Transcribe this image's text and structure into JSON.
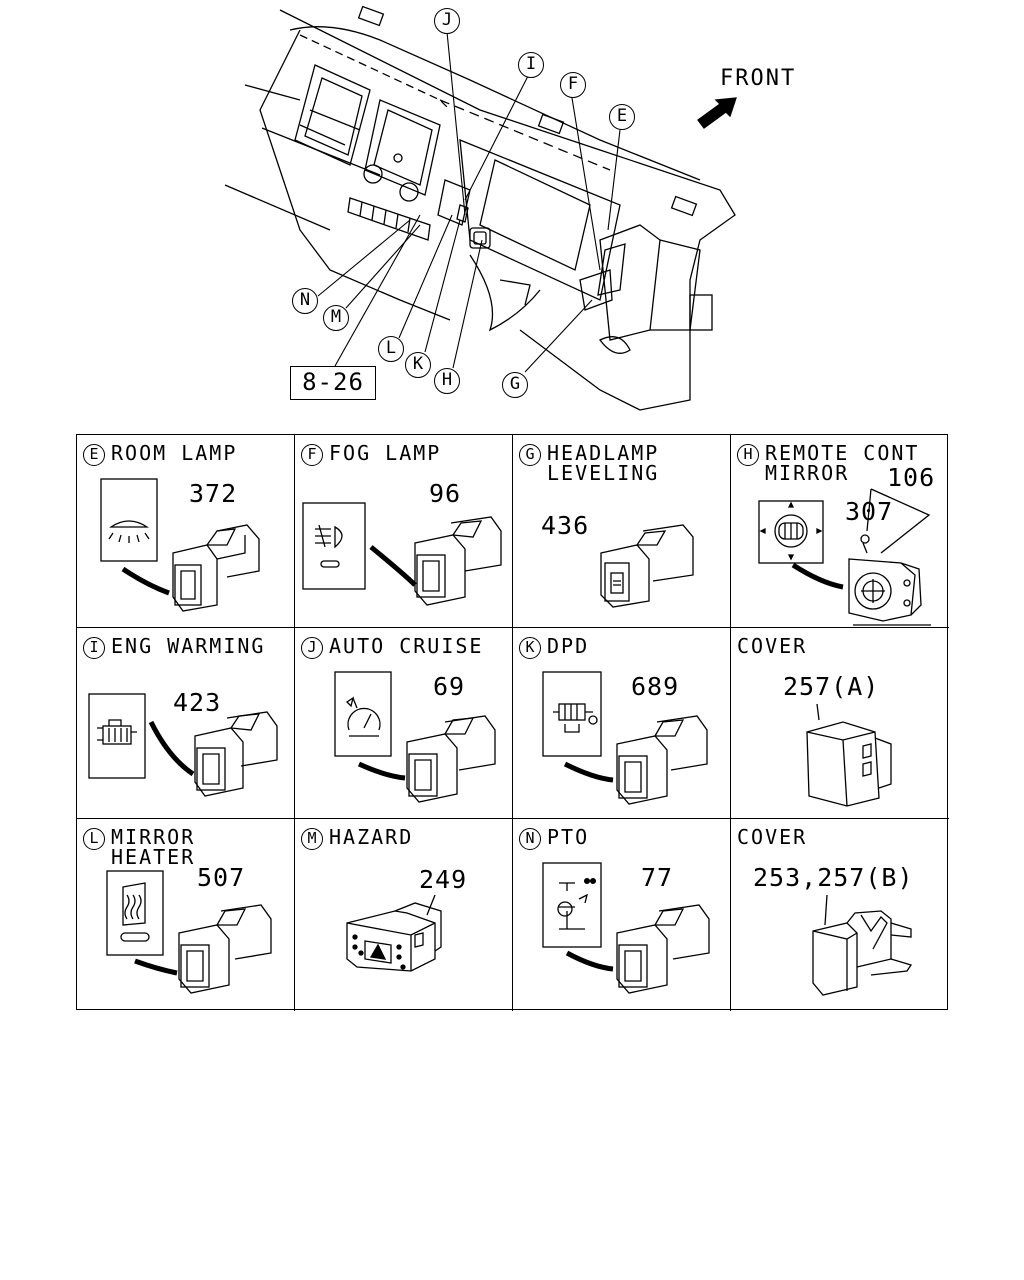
{
  "overview": {
    "front_label": "FRONT",
    "reference": "8-26",
    "callouts": [
      {
        "id": "callout-J",
        "letter": "J"
      },
      {
        "id": "callout-I",
        "letter": "I"
      },
      {
        "id": "callout-F",
        "letter": "F"
      },
      {
        "id": "callout-E",
        "letter": "E"
      },
      {
        "id": "callout-N",
        "letter": "N"
      },
      {
        "id": "callout-M",
        "letter": "M"
      },
      {
        "id": "callout-L",
        "letter": "L"
      },
      {
        "id": "callout-K",
        "letter": "K"
      },
      {
        "id": "callout-H",
        "letter": "H"
      },
      {
        "id": "callout-G",
        "letter": "G"
      }
    ]
  },
  "cells": [
    {
      "letter": "E",
      "title": "ROOM LAMP",
      "part_numbers": [
        "372"
      ],
      "icon": "room-lamp-icon"
    },
    {
      "letter": "F",
      "title": "FOG LAMP",
      "part_numbers": [
        "96"
      ],
      "icon": "fog-lamp-icon"
    },
    {
      "letter": "G",
      "title": "HEADLAMP\nLEVELING",
      "part_numbers": [
        "436"
      ],
      "icon": "thumbwheel-icon"
    },
    {
      "letter": "H",
      "title": "REMOTE CONT\nMIRROR",
      "part_numbers": [
        "106",
        "307"
      ],
      "icon": "mirror-control-icon"
    },
    {
      "letter": "I",
      "title": "ENG WARMING",
      "part_numbers": [
        "423"
      ],
      "icon": "engine-warming-icon"
    },
    {
      "letter": "J",
      "title": "AUTO CRUISE",
      "part_numbers": [
        "69"
      ],
      "icon": "cruise-speedometer-icon"
    },
    {
      "letter": "K",
      "title": "DPD",
      "part_numbers": [
        "689"
      ],
      "icon": "dpd-filter-icon"
    },
    {
      "letter": "",
      "title": "COVER",
      "part_numbers": [
        "257(A)"
      ],
      "icon": "blank-cover-icon"
    },
    {
      "letter": "L",
      "title": "MIRROR\nHEATER",
      "part_numbers": [
        "507"
      ],
      "icon": "mirror-heater-icon"
    },
    {
      "letter": "M",
      "title": "HAZARD",
      "part_numbers": [
        "249"
      ],
      "icon": "hazard-triangle-icon"
    },
    {
      "letter": "N",
      "title": "PTO",
      "part_numbers": [
        "77"
      ],
      "icon": "pto-icon"
    },
    {
      "letter": "",
      "title": "COVER",
      "part_numbers": [
        "253,257(B)"
      ],
      "icon": "blank-cover-icon"
    }
  ]
}
